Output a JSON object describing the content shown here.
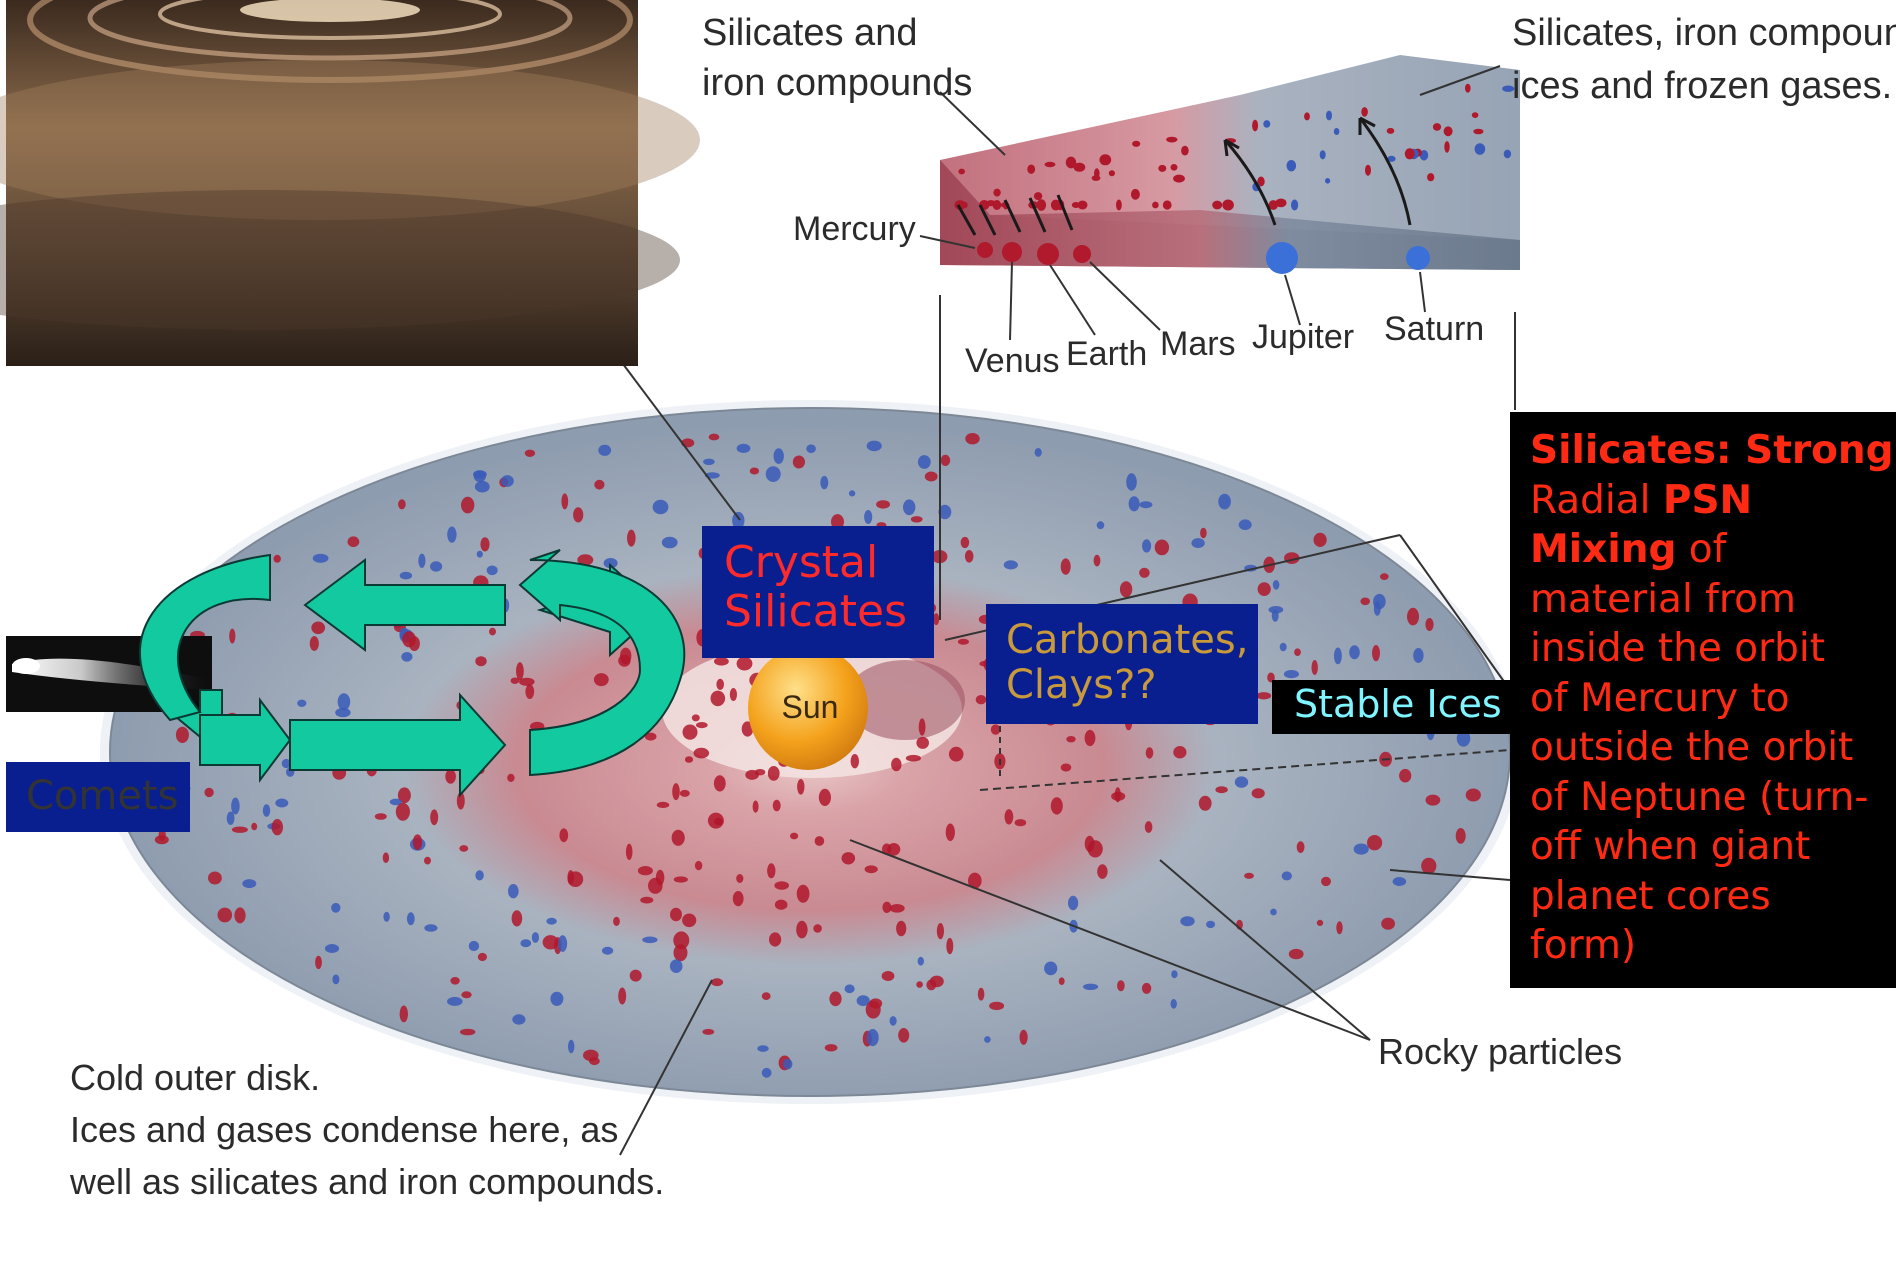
{
  "labels": {
    "silicates_iron_1": "Silicates and",
    "silicates_iron_2": "iron compounds",
    "outer_1": "Silicates, iron compounds,",
    "outer_2": "ices and frozen gases.",
    "mercury": "Mercury",
    "venus": "Venus",
    "earth": "Earth",
    "mars": "Mars",
    "jupiter": "Jupiter",
    "saturn": "Saturn",
    "sun": "Sun",
    "rocky": "Rocky particles",
    "cold_1": "Cold outer disk.",
    "cold_2": "Ices and gases condense here, as",
    "cold_3": "well as silicates and iron compounds."
  },
  "callouts": {
    "crystal_1": "Crystal",
    "crystal_2": "Silicates",
    "carb_1": "Carbonates,",
    "carb_2": "Clays??",
    "ices": "Stable Ices",
    "comets": "Comets"
  },
  "mixing": {
    "line1": "Silicates: Strong",
    "line2a": "Radial ",
    "line2b": "PSN",
    "line3a": "Mixing",
    "line3b": " of",
    "line4": "material from",
    "line5": "inside the orbit",
    "line6": "of Mercury to",
    "line7": "outside the orbit",
    "line8": "of Neptune (turn-",
    "line9": "off when giant",
    "line10": "planet cores",
    "line11": "form)"
  },
  "colors": {
    "disk_blue": "#9aa8b8",
    "disk_red": "#c98a92",
    "dust_red": "#b0182c",
    "dust_blue": "#3a5bb8",
    "arrow_fill": "#12c9a0",
    "box_navy": "#0a1f8f"
  }
}
